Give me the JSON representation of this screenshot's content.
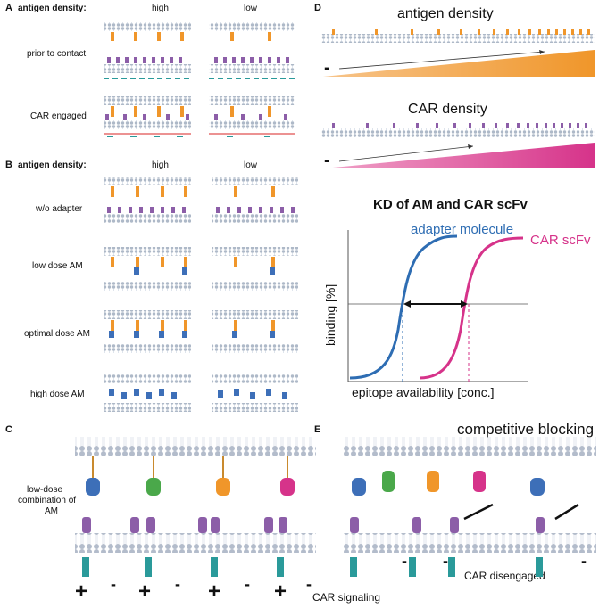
{
  "panel_a": {
    "letter": "A",
    "header_label": "antigen density:",
    "col_high": "high",
    "col_low": "low",
    "rows": [
      "prior to contact",
      "CAR engaged"
    ]
  },
  "panel_b": {
    "letter": "B",
    "header_label": "antigen density:",
    "col_high": "high",
    "col_low": "low",
    "rows": [
      "w/o adapter",
      "low dose AM",
      "optimal dose AM",
      "high dose AM"
    ]
  },
  "panel_c": {
    "letter": "C",
    "side_label_lines": [
      "low-dose",
      "combination of",
      "AM"
    ],
    "plus_sign": "+",
    "minus_sign": "-",
    "signal_label": "CAR signaling"
  },
  "panel_d": {
    "letter": "D",
    "antigen_title": "antigen density",
    "car_title": "CAR density",
    "minus_sign": "-",
    "plus_sign": "+",
    "kd_title": "KD of AM and CAR scFv",
    "series_adapter": "adapter molecule",
    "series_car": "CAR scFv",
    "ylabel": "binding [%]",
    "xlabel": "epitope availability [conc.]",
    "colors": {
      "orange": "#f0962a",
      "magenta": "#d6338a",
      "blue": "#2e6db3"
    }
  },
  "panel_e": {
    "letter": "E",
    "title": "competitive blocking",
    "disengaged_label": "CAR disengaged",
    "minus_sign": "-"
  }
}
